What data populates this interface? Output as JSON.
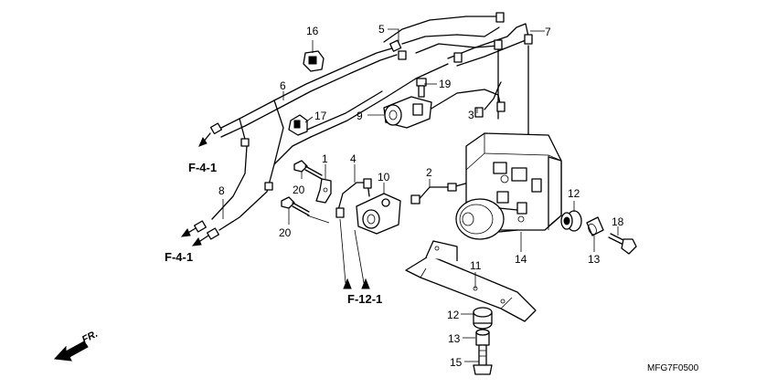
{
  "callouts": [
    "16",
    "5",
    "7",
    "6",
    "19",
    "3",
    "9",
    "17",
    "1",
    "4",
    "10",
    "2",
    "20",
    "8",
    "20",
    "12",
    "18",
    "13",
    "11",
    "14",
    "12",
    "13",
    "15"
  ],
  "references": [
    "F-4-1",
    "F-4-1",
    "F-12-1"
  ],
  "front_marker": "FR.",
  "diagram_code": "MFG7F0500"
}
